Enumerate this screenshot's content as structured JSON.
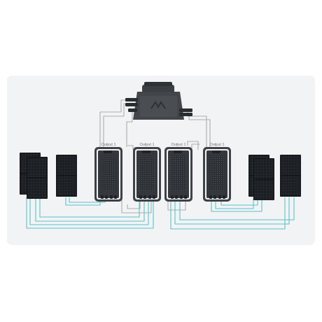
{
  "colors": {
    "background": "#ffffff",
    "card": "#f2f3f5",
    "wire_gray": "#a9adb1",
    "wire_teal": "#5cc2c6",
    "panel_dark": "#1c1f23",
    "battery_dark": "#3e4246"
  },
  "hub": {
    "icon": "inverter-hub-icon"
  },
  "batteries": [
    {
      "output_label": "Output 1",
      "icon": "battery-pack-icon"
    },
    {
      "output_label": "Output 1",
      "icon": "battery-pack-icon"
    },
    {
      "output_label": "Output 1",
      "icon": "battery-pack-icon"
    },
    {
      "output_label": "Output 1",
      "icon": "battery-pack-icon"
    }
  ],
  "panel_groups": [
    {
      "icon": "solar-panel-icon"
    },
    {
      "icon": "solar-panel-icon"
    },
    {
      "icon": "solar-panel-icon"
    },
    {
      "icon": "solar-panel-icon"
    }
  ]
}
